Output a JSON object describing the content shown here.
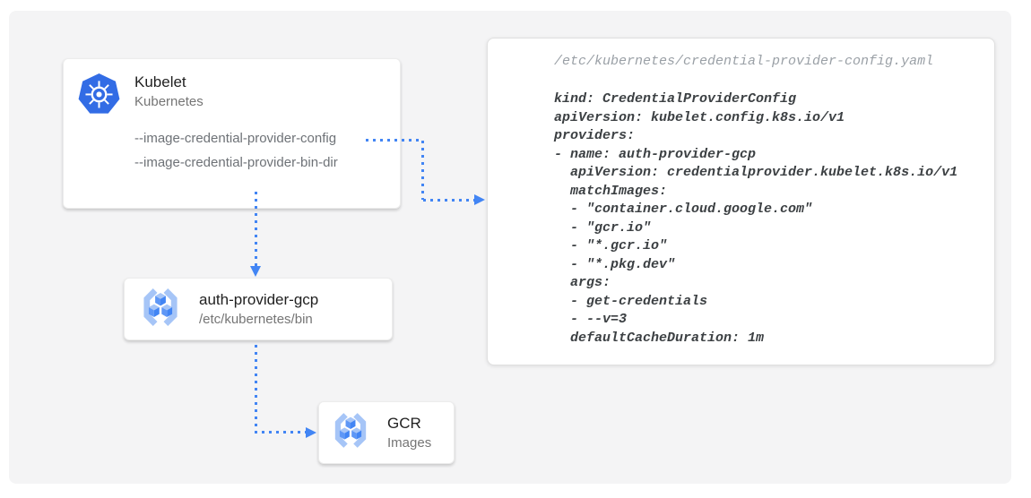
{
  "nodes": {
    "kubelet": {
      "title": "Kubelet",
      "subtitle": "Kubernetes",
      "flags": [
        "--image-credential-provider-config",
        "--image-credential-provider-bin-dir"
      ]
    },
    "auth_provider_gcp": {
      "title": "auth-provider-gcp",
      "subtitle": "/etc/kubernetes/bin"
    },
    "gcr": {
      "title": "GCR",
      "subtitle": "Images"
    }
  },
  "config_panel": {
    "path": "/etc/kubernetes/credential-provider-config.yaml",
    "yaml": "kind: CredentialProviderConfig\napiVersion: kubelet.config.k8s.io/v1\nproviders:\n- name: auth-provider-gcp\n  apiVersion: credentialprovider.kubelet.k8s.io/v1\n  matchImages:\n  - \"container.cloud.google.com\"\n  - \"gcr.io\"\n  - \"*.gcr.io\"\n  - \"*.pkg.dev\"\n  args:\n  - get-credentials\n  - --v=3\n  defaultCacheDuration: 1m"
  },
  "icons": {
    "kubelet": "kubernetes-helm-icon",
    "auth_provider_gcp": "container-registry-icon",
    "gcr": "container-registry-icon"
  },
  "colors": {
    "arrow_blue": "#4285F4",
    "kubernetes_blue": "#326CE5",
    "registry_cube_blue": "#4D90F0",
    "registry_bracket_blue": "#A6C5F7",
    "canvas_background": "#F4F4F5"
  }
}
